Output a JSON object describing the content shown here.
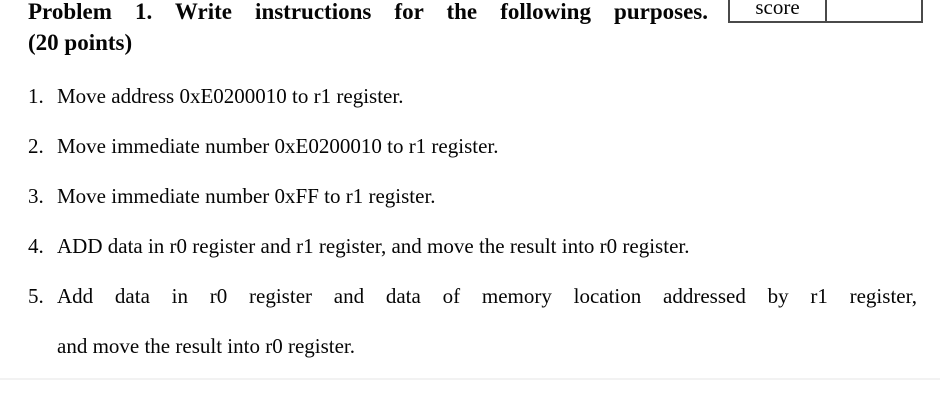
{
  "title": {
    "line1": "Problem 1. Write instructions for the following purposes.",
    "line2": "(20 points)"
  },
  "score_box": {
    "label": "score",
    "value": ""
  },
  "list": {
    "items": [
      {
        "number": "1.",
        "text": "Move address 0xE0200010 to r1 register."
      },
      {
        "number": "2.",
        "text": "Move immediate number 0xE0200010 to r1 register."
      },
      {
        "number": "3.",
        "text": "Move immediate number 0xFF to r1 register."
      },
      {
        "number": "4.",
        "text": "ADD data in r0 register and r1 register, and move the result into r0 register."
      },
      {
        "number": "5.",
        "text": "Add data in r0 register and data of memory location addressed by r1 register,"
      },
      {
        "number": "",
        "text": "and move the result into r0 register."
      }
    ]
  },
  "colors": {
    "text": "#050505",
    "table_border": "#4a4a4a",
    "bottom_divider": "#f2f2f2",
    "background": "#ffffff"
  }
}
